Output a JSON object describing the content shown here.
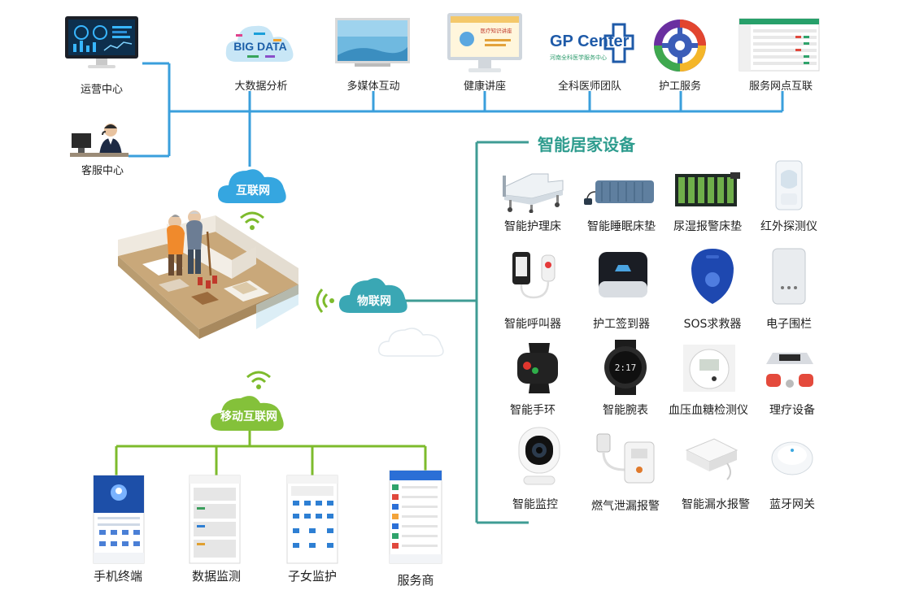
{
  "top_row": [
    {
      "label": "大数据分析",
      "icon": "big-data-icon",
      "image_text": "BIG DATA"
    },
    {
      "label": "多媒体互动",
      "icon": "multimedia-board-icon"
    },
    {
      "label": "健康讲座",
      "icon": "health-lecture-monitor-icon",
      "image_text": "医疗知识讲座"
    },
    {
      "label": "全科医师团队",
      "icon": "gp-center-logo",
      "logo_title": "GP Center",
      "logo_subtitle": "河南全科医学服务中心"
    },
    {
      "label": "护工服务",
      "icon": "care-service-logo"
    },
    {
      "label": "服务网点互联",
      "icon": "service-network-screen-icon"
    }
  ],
  "left_nodes": [
    {
      "label": "运营中心",
      "icon": "operations-monitor-icon"
    },
    {
      "label": "客服中心",
      "icon": "customer-service-agent-icon"
    }
  ],
  "clouds": {
    "internet": "互联网",
    "iot": "物联网",
    "mobile": "移动互联网"
  },
  "section_title": "智能居家设备",
  "devices": [
    {
      "label": "智能护理床",
      "icon": "nursing-bed-icon"
    },
    {
      "label": "智能睡眠床垫",
      "icon": "sleep-mattress-icon"
    },
    {
      "label": "尿湿报警床垫",
      "icon": "wet-alarm-mattress-icon"
    },
    {
      "label": "红外探测仪",
      "icon": "infrared-detector-icon"
    },
    {
      "label": "智能呼叫器",
      "icon": "call-button-icon"
    },
    {
      "label": "护工签到器",
      "icon": "checkin-device-icon"
    },
    {
      "label": "SOS求救器",
      "icon": "sos-device-icon"
    },
    {
      "label": "电子围栏",
      "icon": "electronic-fence-icon"
    },
    {
      "label": "智能手环",
      "icon": "smart-band-icon"
    },
    {
      "label": "智能腕表",
      "icon": "smart-watch-icon",
      "image_text": "2:17"
    },
    {
      "label": "血压血糖检测仪",
      "icon": "bp-glucose-meter-icon"
    },
    {
      "label": "理疗设备",
      "icon": "therapy-device-icon"
    },
    {
      "label": "智能监控",
      "icon": "security-camera-icon"
    },
    {
      "label": "燃气泄漏报警",
      "icon": "gas-leak-alarm-icon"
    },
    {
      "label": "智能漏水报警",
      "icon": "water-leak-alarm-icon"
    },
    {
      "label": "蓝牙网关",
      "icon": "bluetooth-gateway-icon"
    }
  ],
  "bottom_row": [
    {
      "label": "手机终端",
      "icon": "phone-app-home-icon"
    },
    {
      "label": "数据监测",
      "icon": "phone-data-monitor-icon"
    },
    {
      "label": "子女监护",
      "icon": "phone-family-monitor-icon"
    },
    {
      "label": "服务商",
      "icon": "phone-service-provider-icon"
    }
  ],
  "colors": {
    "blue_line": "#3a9fdc",
    "teal_line": "#3f9c94",
    "green_line": "#7dbb2c",
    "internet_cloud": "#35a6e0",
    "iot_cloud": "#3aa7b4",
    "mobile_cloud": "#84c13a",
    "section_title": "#2e9c8e"
  }
}
